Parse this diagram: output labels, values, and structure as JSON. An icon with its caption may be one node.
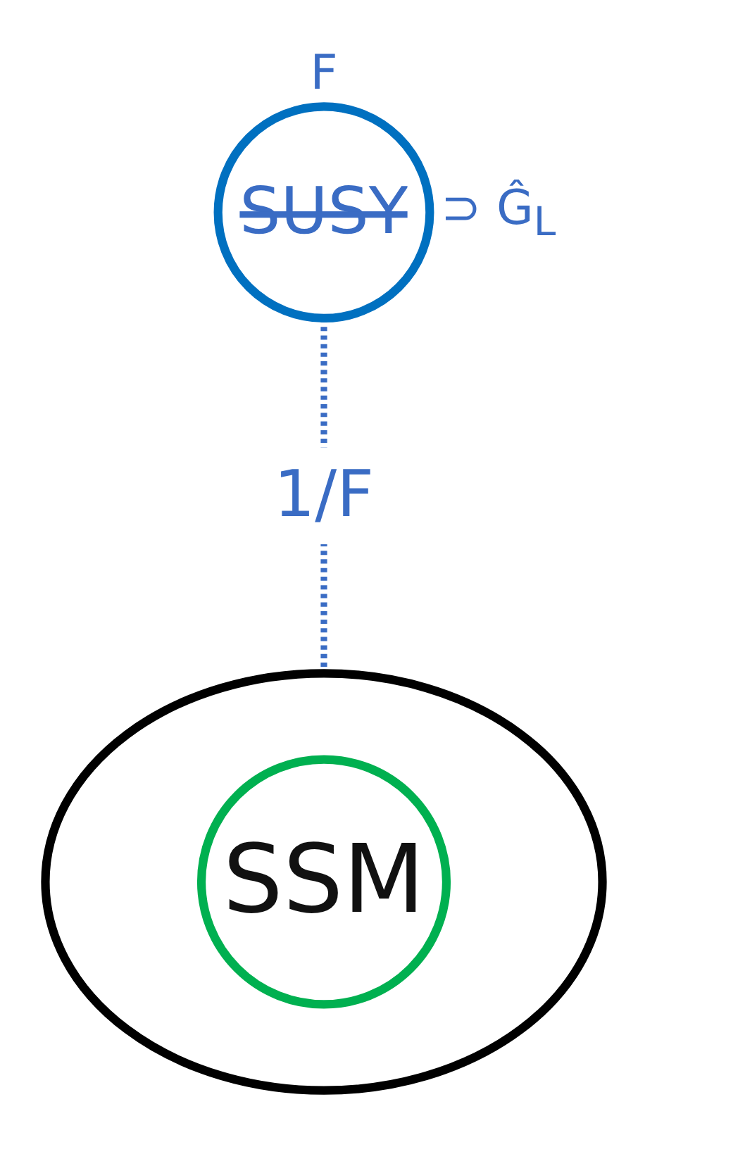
{
  "diagram": {
    "nodes": [
      {
        "text": [
          "SUSY"
        ],
        "beside": [
          "F",
          "⊃ Ĝ$_{L}$"
        ]
      },
      {
        "text": [],
        "shape": "circle"
      },
      {
        "text": [
          "SSM"
        ],
        "in": 1
      }
    ],
    "edges": [
      {
        "from": 0,
        "to": 1,
        "arrow": "none",
        "label": "1/F",
        "style": "dashed",
        "color": "#3a6cc4"
      }
    ]
  }
}
